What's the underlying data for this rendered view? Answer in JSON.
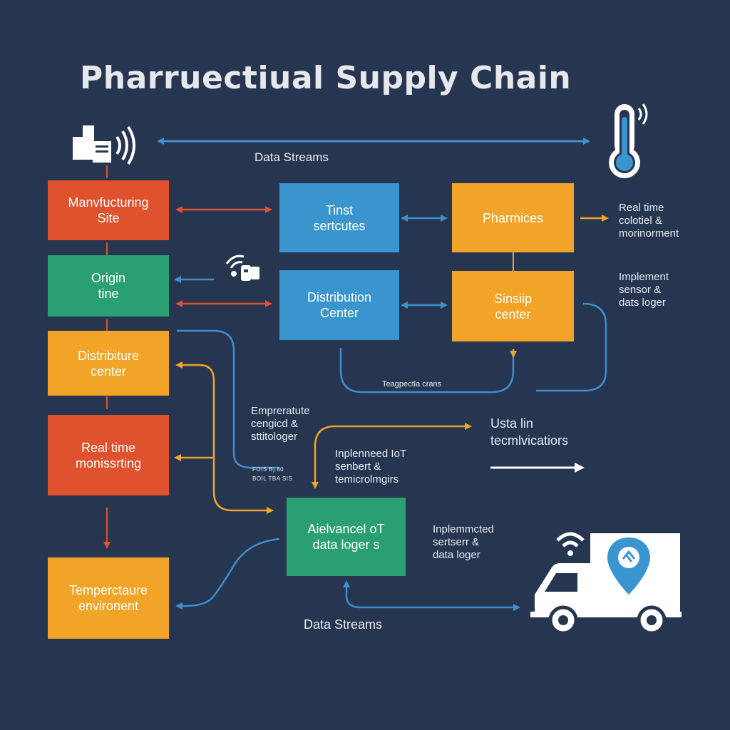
{
  "title": "Pharruectiual Supply Chain",
  "colors": {
    "background": "#263550",
    "red": "#e0512e",
    "green": "#2a9f72",
    "orange": "#f2a428",
    "blue": "#3a95cf",
    "connector_blue": "#3f8fd0",
    "connector_red": "#e0512e",
    "connector_orange": "#f2a428"
  },
  "nodes": {
    "manufacturing_site": "Manvfucturing\nSite",
    "origin_time": "Origin\ntine",
    "distribute_center_left": "Distribiture\ncenter",
    "real_time_monitoring": "Real time\nmonissrting",
    "temperature_environment": "Temperctaure\nenvironent",
    "tinst_sertutes": "Tinst\nsertcutes",
    "distribution_center": "Distribution\nCenter",
    "pharmacies": "Pharmices",
    "sinsiip_center": "Sinsiip\ncenter",
    "advanced_data_loggers": "Aielvancel oT\ndata loger s"
  },
  "labels": {
    "data_streams_top": "Data Streams",
    "data_streams_bottom": "Data Streams",
    "real_time_control": "Real time\ncolotiel &\nmorinorment",
    "implement_sensor": "Implement\nsensor &\ndats loger",
    "temperature_streams": "Teagpectla crans",
    "temperature_sensor_logger": "Empreratute\ncengicd &\nsttitologer",
    "implemented_iot": "Inplenneed IoT\nsenbert &\ntemicrolmgirs",
    "usta_in_technologies": "Usta lin\ntecmlvicatiors",
    "implemented_sensor_logger": "Inplemmcted\nsertserr &\ndata loger",
    "tiny_caption": "FOIS Bj.80\nBOIL TBA SIS"
  },
  "icons": [
    "factory-wifi-icon",
    "thermometer-wifi-icon",
    "sensor-wifi-icon",
    "truck-location-icon"
  ]
}
